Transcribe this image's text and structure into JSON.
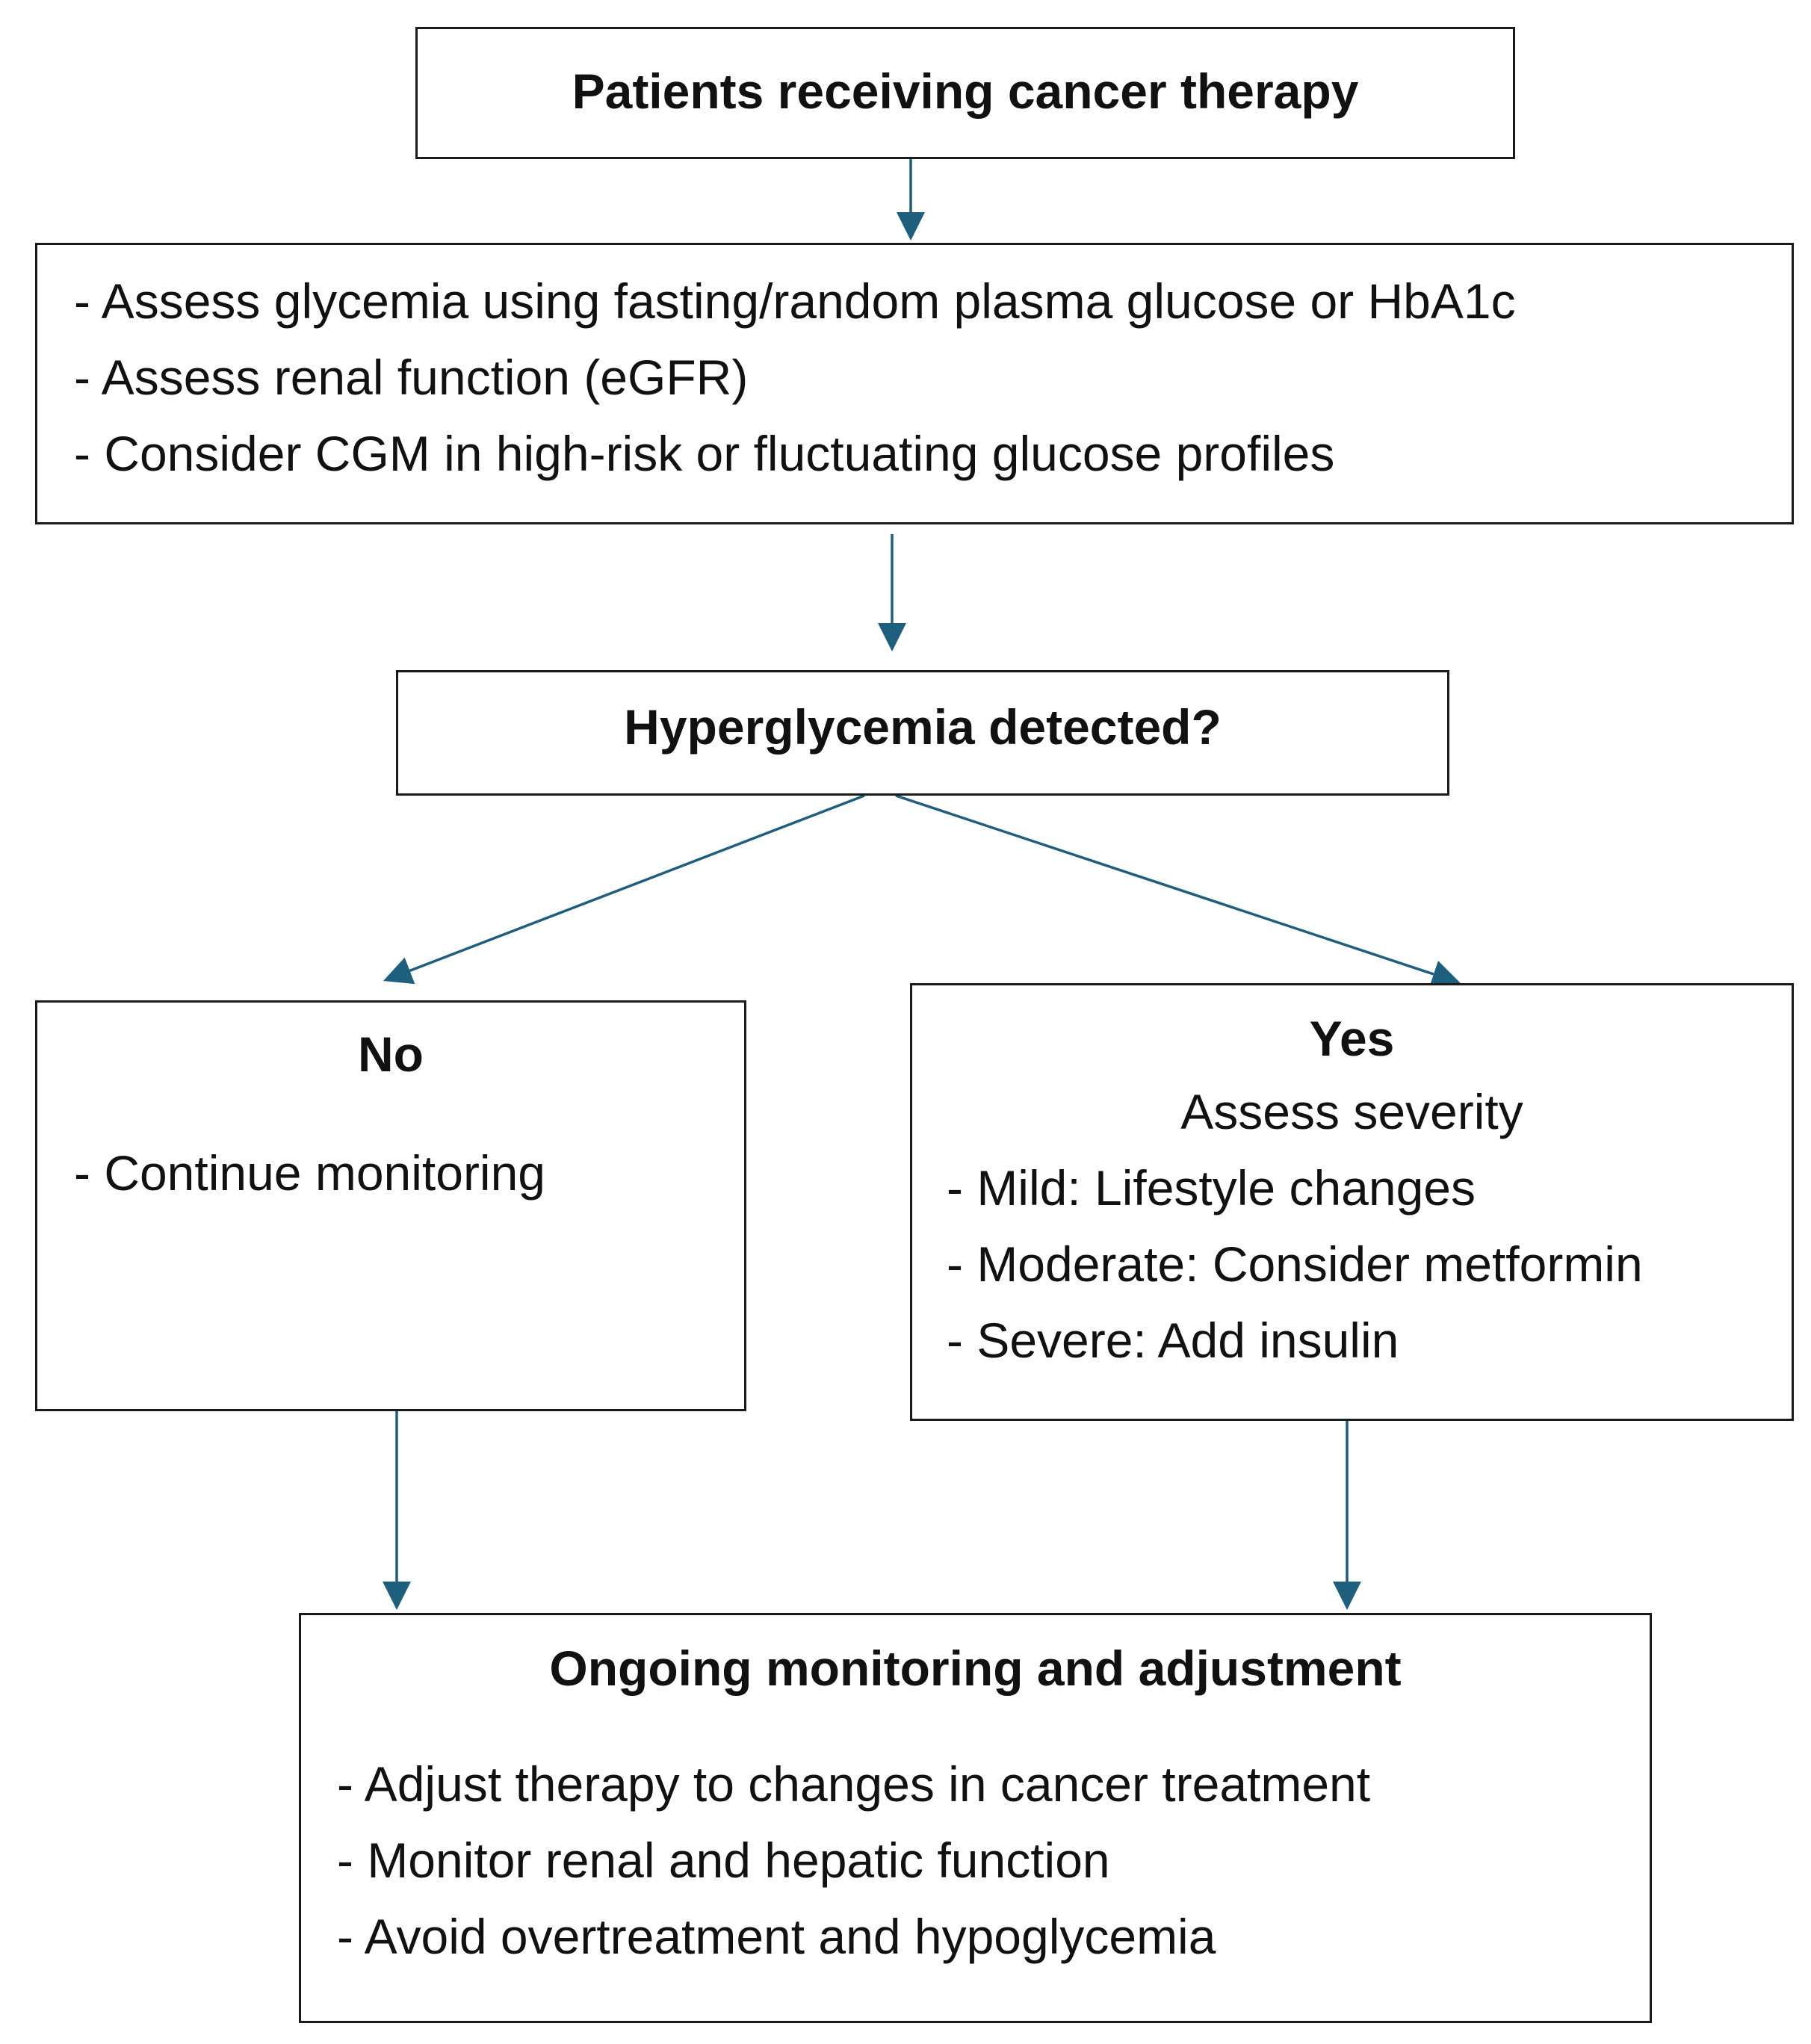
{
  "colors": {
    "arrow": "#1f5f7e",
    "border": "#1a1a1a",
    "text": "#111111"
  },
  "start": {
    "title": "Patients receiving cancer therapy"
  },
  "assess": {
    "items": [
      "- Assess glycemia using fasting/random plasma glucose or HbA1c",
      "- Assess renal function (eGFR)",
      "- Consider CGM in high-risk or fluctuating glucose profiles"
    ]
  },
  "decision": {
    "title": "Hyperglycemia detected?"
  },
  "no_branch": {
    "title": "No",
    "items": [
      "- Continue monitoring"
    ]
  },
  "yes_branch": {
    "title": "Yes",
    "subtitle": "Assess severity",
    "items": [
      "- Mild: Lifestyle changes",
      "- Moderate: Consider metformin",
      "- Severe: Add insulin"
    ]
  },
  "ongoing": {
    "title": "Ongoing monitoring and adjustment",
    "items": [
      "- Adjust therapy to changes in cancer treatment",
      "- Monitor renal and hepatic function",
      "- Avoid overtreatment and hypoglycemia"
    ]
  }
}
